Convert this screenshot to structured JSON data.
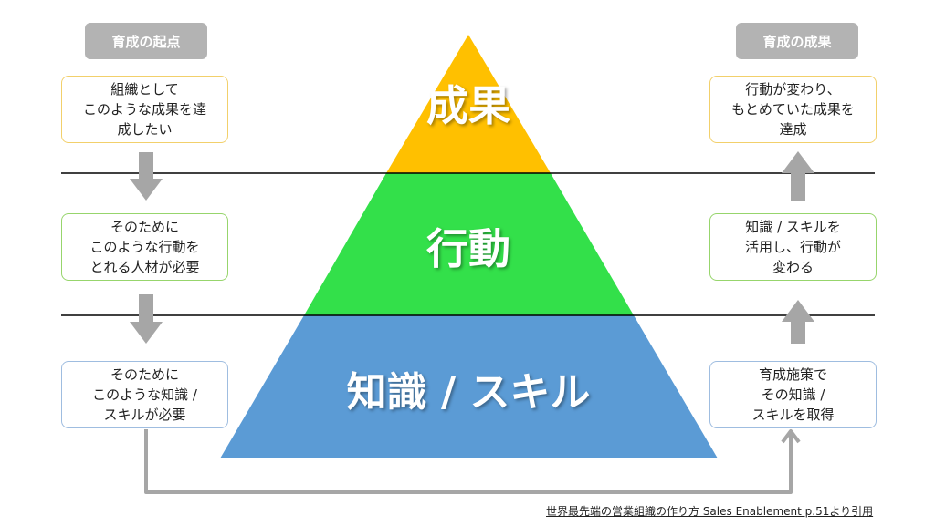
{
  "colors": {
    "top": "#ffc000",
    "middle": "#33e04a",
    "bottom": "#5b9bd5",
    "arrow": "#a6a6a6",
    "tag_bg": "#b3b3b3"
  },
  "pyramid": {
    "top_label": "成果",
    "middle_label": "行動",
    "bottom_label": "知識 / スキル"
  },
  "left": {
    "tag": "育成の起点",
    "boxes": [
      "組織として\nこのような成果を達\n成したい",
      "そのために\nこのような行動を\nとれる人材が必要",
      "そのために\nこのような知識 /\nスキルが必要"
    ]
  },
  "right": {
    "tag": "育成の成果",
    "boxes": [
      "行動が変わり、\nもとめていた成果を\n達成",
      "知識 / スキルを\n活用し、行動が\n変わる",
      "育成施策で\nその知識 /\nスキルを取得"
    ]
  },
  "source": "世界最先端の営業組織の作り方 Sales Enablement p.51より引用"
}
